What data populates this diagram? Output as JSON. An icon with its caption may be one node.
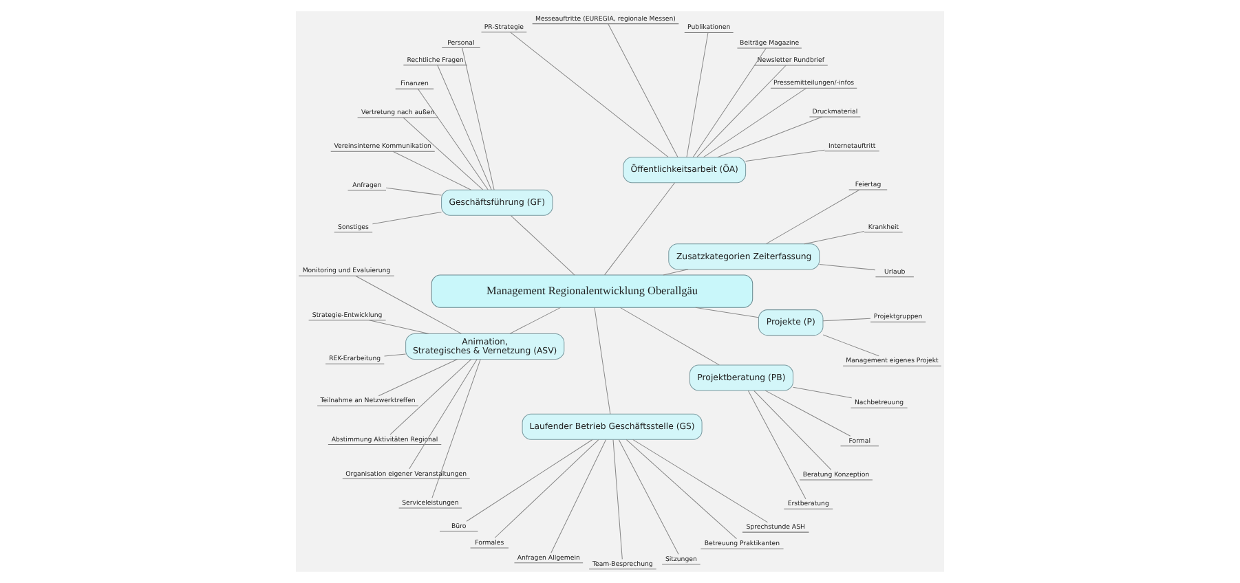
{
  "diagram": {
    "nodes": [
      {
        "text": [
          "Management Regionalentwicklung Oberallgäu"
        ]
      },
      {
        "text": [
          "Zusatzkategorien Zeiterfassung"
        ]
      },
      {
        "text": [
          "Urlaub"
        ]
      },
      {
        "text": [
          "Krankheit"
        ]
      },
      {
        "text": [
          "Feiertag"
        ]
      },
      {
        "text": [
          "Öffentlichkeitsarbeit (ÖA)"
        ]
      },
      {
        "text": [
          "Internetauftritt"
        ]
      },
      {
        "text": [
          "Druckmaterial"
        ]
      },
      {
        "text": [
          "Pressemitteilungen/-infos"
        ]
      },
      {
        "text": [
          "Newsletter Rundbrief"
        ]
      },
      {
        "text": [
          "Beiträge Magazine"
        ]
      },
      {
        "text": [
          "Publikationen"
        ]
      },
      {
        "text": [
          "Messeauftritte (EUREGIA, regionale Messen)"
        ]
      },
      {
        "text": [
          "PR-Strategie"
        ]
      },
      {
        "text": [
          "Geschäftsführung (GF)"
        ]
      },
      {
        "text": [
          "Personal"
        ]
      },
      {
        "text": [
          "Rechtliche Fragen"
        ]
      },
      {
        "text": [
          "Finanzen"
        ]
      },
      {
        "text": [
          "Vertretung nach außen"
        ]
      },
      {
        "text": [
          "Vereinsinterne Kommunikation"
        ]
      },
      {
        "text": [
          "Anfragen"
        ]
      },
      {
        "text": [
          "Sonstiges"
        ]
      },
      {
        "text": [
          "Animation, Strategisches & Vernetzung (ASV)"
        ]
      },
      {
        "text": [
          "Monitoring und Evaluierung"
        ]
      },
      {
        "text": [
          "Strategie-Entwicklung"
        ]
      },
      {
        "text": [
          "REK-Erarbeitung"
        ]
      },
      {
        "text": [
          "Teilnahme an Netzwerktreffen"
        ]
      },
      {
        "text": [
          "Abstimmung Aktivitäten Regional"
        ]
      },
      {
        "text": [
          "Organisation eigener Veranstaltungen"
        ]
      },
      {
        "text": [
          "Serviceleistungen"
        ]
      },
      {
        "text": [
          "Laufender Betrieb Geschäftsstelle (GS)"
        ]
      },
      {
        "text": [
          "Büro"
        ]
      },
      {
        "text": [
          "Formales"
        ]
      },
      {
        "text": [
          "Anfragen Allgemein"
        ]
      },
      {
        "text": [
          "Team-Besprechung"
        ]
      },
      {
        "text": [
          "Sitzungen"
        ]
      },
      {
        "text": [
          "Betreuung Praktikanten"
        ]
      },
      {
        "text": [
          "Sprechstunde ASH"
        ]
      },
      {
        "text": [
          "Projektberatung (PB)"
        ]
      },
      {
        "text": [
          "Erstberatung"
        ]
      },
      {
        "text": [
          "Beratung Konzeption"
        ]
      },
      {
        "text": [
          "Formal"
        ]
      },
      {
        "text": [
          "Nachbetreuung"
        ]
      },
      {
        "text": [
          "Projekte (P)"
        ]
      },
      {
        "text": [
          "Management eigenes Projekt"
        ]
      },
      {
        "text": [
          "Projektgruppen"
        ]
      }
    ],
    "edges": [
      {
        "from": 0,
        "to": 1,
        "arrow": "none"
      },
      {
        "from": 1,
        "to": 2,
        "arrow": "none"
      },
      {
        "from": 1,
        "to": 3,
        "arrow": "none"
      },
      {
        "from": 1,
        "to": 4,
        "arrow": "none"
      },
      {
        "from": 0,
        "to": 5,
        "arrow": "none"
      },
      {
        "from": 5,
        "to": 6,
        "arrow": "none"
      },
      {
        "from": 5,
        "to": 7,
        "arrow": "none"
      },
      {
        "from": 5,
        "to": 8,
        "arrow": "none"
      },
      {
        "from": 5,
        "to": 9,
        "arrow": "none"
      },
      {
        "from": 5,
        "to": 10,
        "arrow": "none"
      },
      {
        "from": 5,
        "to": 11,
        "arrow": "none"
      },
      {
        "from": 5,
        "to": 12,
        "arrow": "none"
      },
      {
        "from": 5,
        "to": 13,
        "arrow": "none"
      },
      {
        "from": 0,
        "to": 14,
        "arrow": "none"
      },
      {
        "from": 14,
        "to": 15,
        "arrow": "none"
      },
      {
        "from": 14,
        "to": 16,
        "arrow": "none"
      },
      {
        "from": 14,
        "to": 17,
        "arrow": "none"
      },
      {
        "from": 14,
        "to": 18,
        "arrow": "none"
      },
      {
        "from": 14,
        "to": 19,
        "arrow": "none"
      },
      {
        "from": 14,
        "to": 20,
        "arrow": "none"
      },
      {
        "from": 14,
        "to": 21,
        "arrow": "none"
      },
      {
        "from": 0,
        "to": 22,
        "arrow": "none"
      },
      {
        "from": 22,
        "to": 23,
        "arrow": "none"
      },
      {
        "from": 22,
        "to": 24,
        "arrow": "none"
      },
      {
        "from": 22,
        "to": 25,
        "arrow": "none"
      },
      {
        "from": 22,
        "to": 26,
        "arrow": "none"
      },
      {
        "from": 22,
        "to": 27,
        "arrow": "none"
      },
      {
        "from": 22,
        "to": 28,
        "arrow": "none"
      },
      {
        "from": 22,
        "to": 29,
        "arrow": "none"
      },
      {
        "from": 0,
        "to": 30,
        "arrow": "none"
      },
      {
        "from": 30,
        "to": 31,
        "arrow": "none"
      },
      {
        "from": 30,
        "to": 32,
        "arrow": "none"
      },
      {
        "from": 30,
        "to": 33,
        "arrow": "none"
      },
      {
        "from": 30,
        "to": 34,
        "arrow": "none"
      },
      {
        "from": 30,
        "to": 35,
        "arrow": "none"
      },
      {
        "from": 30,
        "to": 36,
        "arrow": "none"
      },
      {
        "from": 30,
        "to": 37,
        "arrow": "none"
      },
      {
        "from": 0,
        "to": 38,
        "arrow": "none"
      },
      {
        "from": 38,
        "to": 39,
        "arrow": "none"
      },
      {
        "from": 38,
        "to": 40,
        "arrow": "none"
      },
      {
        "from": 38,
        "to": 41,
        "arrow": "none"
      },
      {
        "from": 38,
        "to": 42,
        "arrow": "none"
      },
      {
        "from": 0,
        "to": 43,
        "arrow": "none"
      },
      {
        "from": 43,
        "to": 44,
        "arrow": "none"
      },
      {
        "from": 43,
        "to": 45,
        "arrow": "none"
      }
    ]
  }
}
